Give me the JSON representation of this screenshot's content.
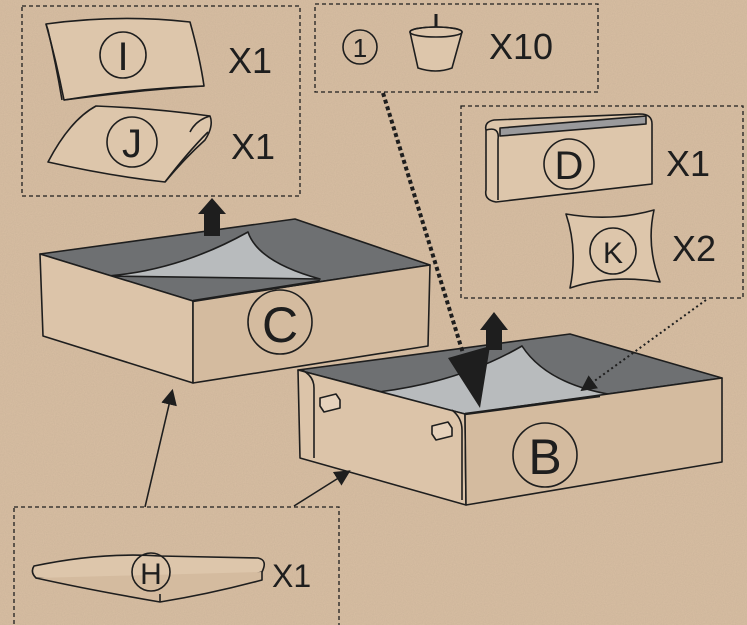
{
  "colors": {
    "paper": "#d9bfa3",
    "paper_light": "#e6d2bc",
    "ink": "#1e1e1e",
    "box_face": "#dcc4a9",
    "lid_dark": "#6e7072",
    "liner": "#b8bbbd"
  },
  "parts": {
    "i": {
      "letter": "I",
      "qty": "X1"
    },
    "j": {
      "letter": "J",
      "qty": "X1"
    },
    "leg": {
      "number": "1",
      "qty": "X10"
    },
    "d": {
      "letter": "D",
      "qty": "X1"
    },
    "k": {
      "letter": "K",
      "qty": "X2"
    },
    "c": {
      "letter": "C"
    },
    "b": {
      "letter": "B"
    },
    "h": {
      "letter": "H",
      "qty": "X1"
    }
  }
}
